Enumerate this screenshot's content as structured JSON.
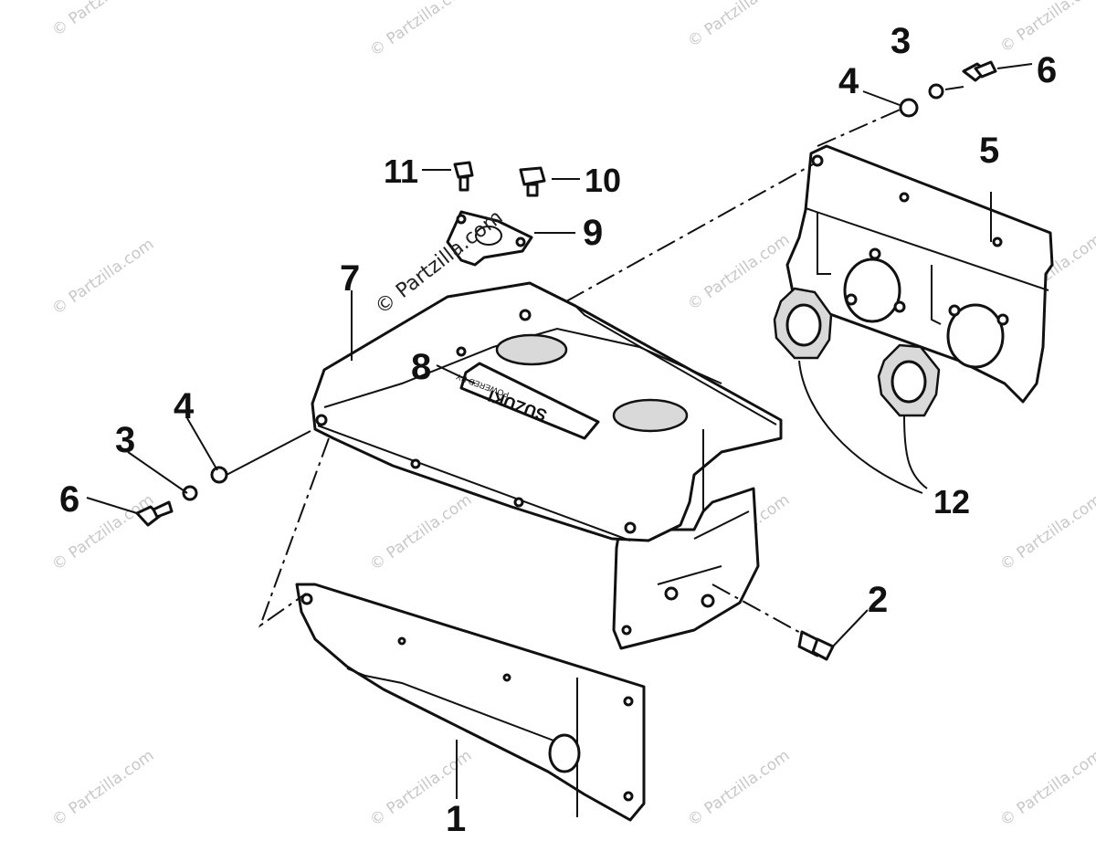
{
  "watermark": {
    "text": "© Partzilla.com"
  },
  "emblem": {
    "brand": "SUZUKI",
    "sub": "POWERED BY"
  },
  "callouts": [
    {
      "id": "c1",
      "label": "1"
    },
    {
      "id": "c2",
      "label": "2"
    },
    {
      "id": "c3a",
      "label": "3"
    },
    {
      "id": "c3b",
      "label": "3"
    },
    {
      "id": "c4a",
      "label": "4"
    },
    {
      "id": "c4b",
      "label": "4"
    },
    {
      "id": "c5",
      "label": "5"
    },
    {
      "id": "c6a",
      "label": "6"
    },
    {
      "id": "c6b",
      "label": "6"
    },
    {
      "id": "c7",
      "label": "7"
    },
    {
      "id": "c8",
      "label": "8"
    },
    {
      "id": "c9",
      "label": "9"
    },
    {
      "id": "c10",
      "label": "10"
    },
    {
      "id": "c11",
      "label": "11"
    },
    {
      "id": "c12",
      "label": "12"
    }
  ]
}
